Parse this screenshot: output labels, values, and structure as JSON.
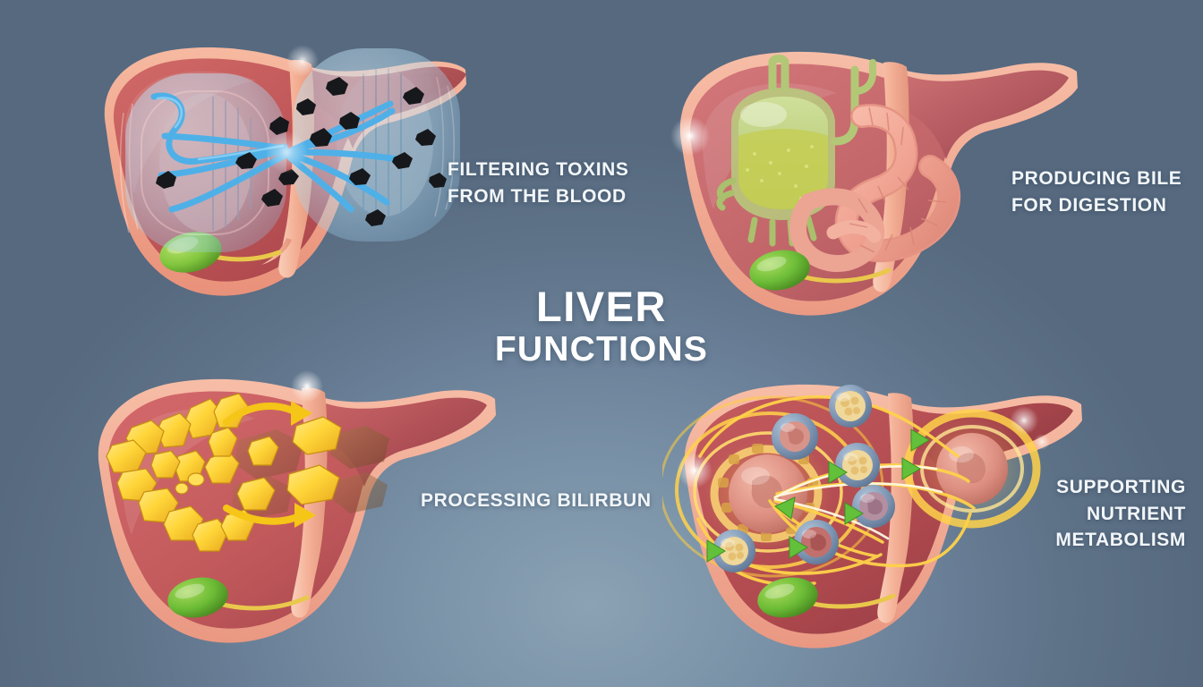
{
  "meta": {
    "kind": "medical-infographic",
    "subject": "Liver functions anatomical illustration",
    "background_color": "#6b8199",
    "background_center_color": "#8ba2b4"
  },
  "title": {
    "line1": "LIVER",
    "line2": "FUNCTIONS",
    "color": "#ffffff"
  },
  "panels": [
    {
      "id": "filtering-toxins",
      "position": "top-left",
      "caption_lines": [
        "FILTERING TOXINS",
        "FROM THE BLOOD"
      ],
      "caption_text": "FILTERING TOXINS\nFROM THE BLOOD",
      "caption_align": "left",
      "illustration": "liver with translucent blue filter chambers, blue blood vessel streams and black toxin particles",
      "elements": [
        "liver-body",
        "gallbladder",
        "bile-duct",
        "vena-cava",
        "blue-filter-chamber-left",
        "blue-filter-chamber-right",
        "blue-vessel-streams",
        "black-toxin-particles"
      ],
      "colors": {
        "liver": "#bf5a5d",
        "liver_rim": "#f0a088",
        "filter": "#9fd2ec",
        "vessel": "#52b2e8",
        "toxin": "#17181a",
        "gallbladder": "#78c13c"
      }
    },
    {
      "id": "producing-bile",
      "position": "top-right",
      "caption_lines": [
        "PRODUCING BILE",
        "FOR DIGESTION"
      ],
      "caption_text": "PRODUCING BILE\nFOR DIGESTION",
      "caption_align": "left",
      "illustration": "liver with green bile-filled stomach, pink intestinal coil, gallbladder and bile duct",
      "elements": [
        "liver-body",
        "stomach",
        "bile-fluid",
        "intestine-coil",
        "duodenum",
        "gallbladder",
        "bile-duct",
        "vena-cava"
      ],
      "colors": {
        "liver": "#c4696c",
        "stomach": "#bcd184",
        "bile": "#c3cc54",
        "intestine": "#f0a391",
        "gallbladder": "#6fbf3a"
      }
    },
    {
      "id": "processing-bilirubin",
      "position": "bottom-left",
      "caption_lines": [
        "PROCESSING BILIRBUN"
      ],
      "caption_text": "PROCESSING BILIRBUN",
      "caption_align": "left",
      "illustration": "liver with yellow bilirubin crystal starburst, yellow curved arrows and brown processed crystals",
      "elements": [
        "liver-body",
        "yellow-bilirubin-crystals",
        "curved-arrow-upper",
        "curved-arrow-lower",
        "brown-crystals",
        "gallbladder",
        "bile-duct",
        "vena-cava"
      ],
      "colors": {
        "liver": "#c25a5c",
        "crystal_yellow": "#ffd63a",
        "crystal_brown": "#8d5a33",
        "arrow": "#f5c518"
      }
    },
    {
      "id": "nutrient-metabolism",
      "position": "bottom-right",
      "caption_lines": [
        "SUPPORTING",
        "NUTRIENT",
        "METABOLISM"
      ],
      "caption_text": "SUPPORTING\nNUTRIENT\nMETABOLISM",
      "caption_align": "right",
      "illustration": "liver with glowing yellow orbital rings, nutrient cell spheres and green directional arrowheads",
      "elements": [
        "liver-body",
        "orbital-rings",
        "central-cell-nucleus",
        "nutrient-spheres",
        "green-arrowheads",
        "white-transport-lines",
        "gallbladder",
        "vena-cava"
      ],
      "colors": {
        "liver": "#b34b4f",
        "ring": "#ffd24a",
        "cell_blue": "#7e96b4",
        "cell_core": "#d98f85",
        "arrow_green": "#63c03a",
        "nutrient_gold": "#f2d17a"
      }
    }
  ]
}
